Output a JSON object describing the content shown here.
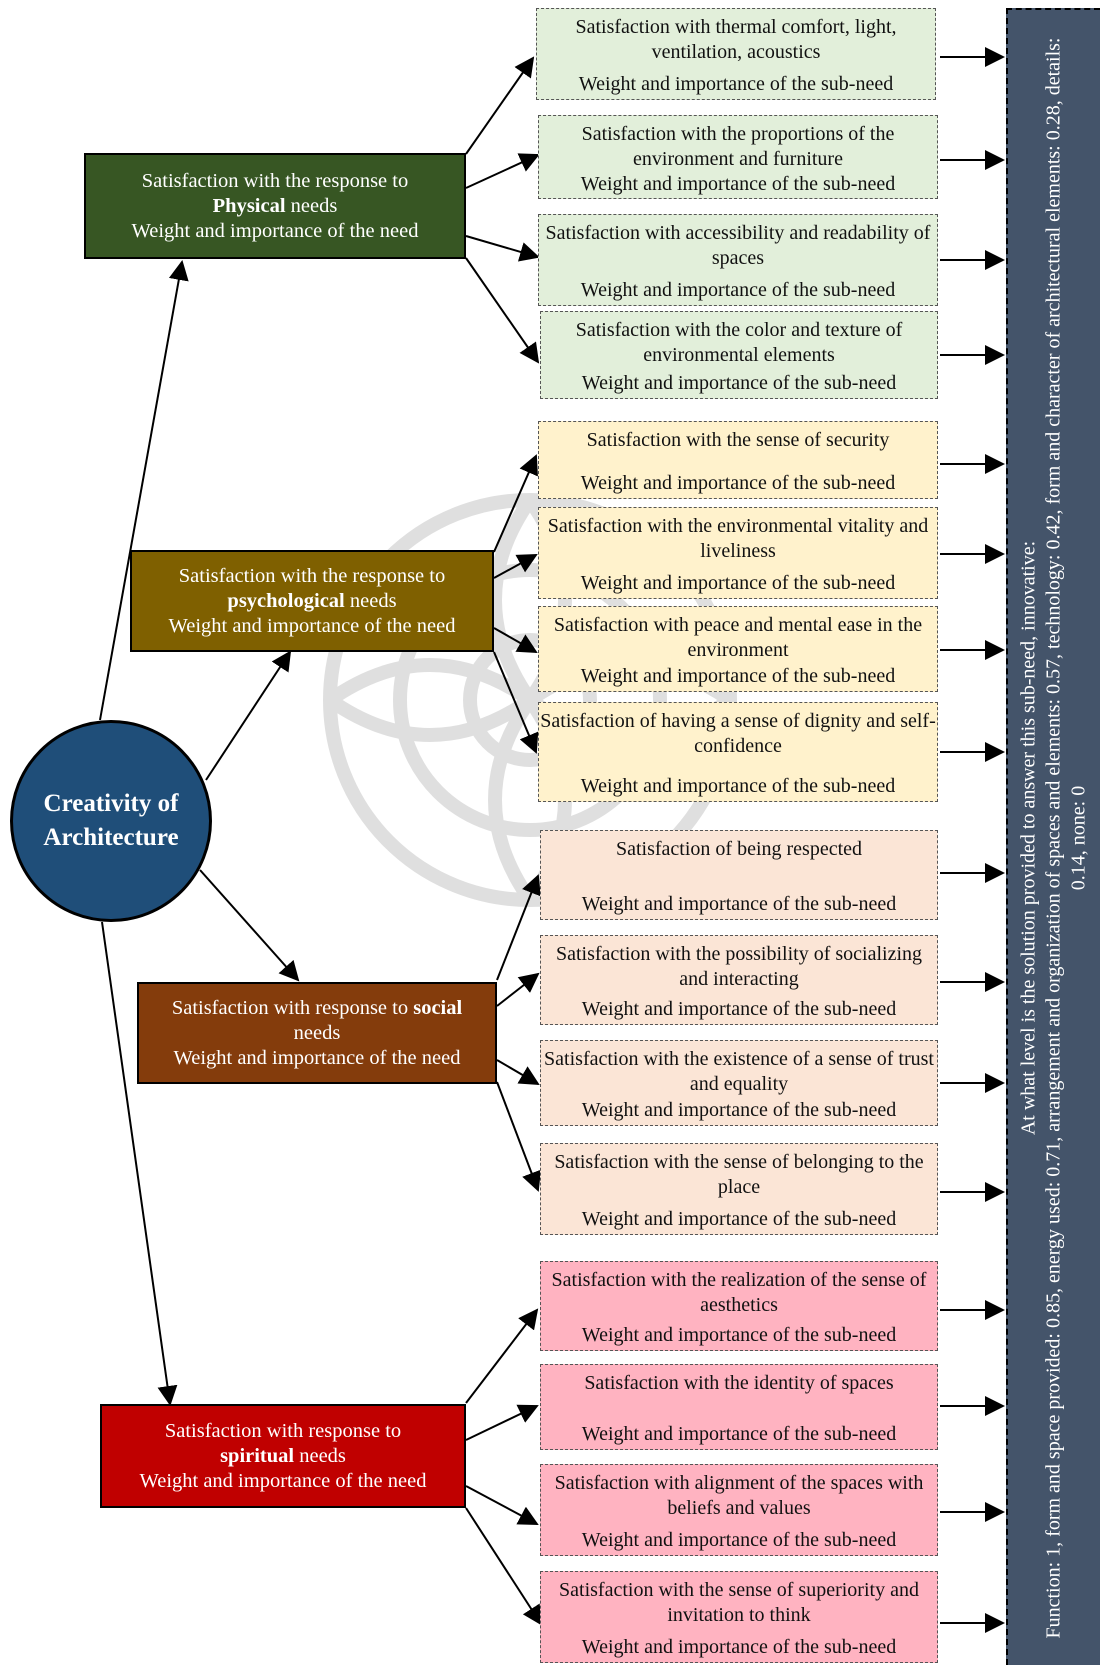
{
  "center": {
    "line1": "Creativity of",
    "line2": "Architecture"
  },
  "needs": [
    {
      "pre": "Satisfaction with the response to",
      "bold": "Physical",
      "post": "needs",
      "weight": "Weight and importance of the need",
      "color": "#375623"
    },
    {
      "pre": "Satisfaction with the response to",
      "bold": "psychological",
      "post": "needs",
      "weight": "Weight and importance of the need",
      "color": "#7f6000"
    },
    {
      "pre": "Satisfaction with response to",
      "bold": "social",
      "post": "needs",
      "weight": "Weight and importance of the need",
      "color": "#843c0c"
    },
    {
      "pre": "Satisfaction with response to",
      "bold": "spiritual",
      "post": "needs",
      "weight": "Weight and importance of the need",
      "color": "#c00000"
    }
  ],
  "subs": [
    {
      "text": "Satisfaction with thermal comfort, light, ventilation, acoustics",
      "weight": "Weight and importance of the sub-need"
    },
    {
      "text": "Satisfaction with the proportions of the environment and furniture",
      "weight": "Weight and importance of the sub-need"
    },
    {
      "text": "Satisfaction with accessibility and readability of spaces",
      "weight": "Weight and importance of the sub-need"
    },
    {
      "text": "Satisfaction with the color and texture of environmental elements",
      "weight": "Weight and importance of the sub-need"
    },
    {
      "text": "Satisfaction with the sense of security",
      "weight": "Weight and importance of the sub-need"
    },
    {
      "text": "Satisfaction with the environmental vitality and liveliness",
      "weight": "Weight and importance of the sub-need"
    },
    {
      "text": "Satisfaction with peace and mental ease in the environment",
      "weight": "Weight and importance of the sub-need"
    },
    {
      "text": "Satisfaction of having a sense of dignity and self-confidence",
      "weight": "Weight and importance of the sub-need"
    },
    {
      "text": "Satisfaction of being respected",
      "weight": "Weight and importance of the sub-need"
    },
    {
      "text": "Satisfaction with the possibility of socializing and interacting",
      "weight": "Weight and importance of the sub-need"
    },
    {
      "text": "Satisfaction with the existence of a sense of trust and equality",
      "weight": "Weight and importance of the sub-need"
    },
    {
      "text": "Satisfaction with the sense of belonging to the place",
      "weight": "Weight and importance of the sub-need"
    },
    {
      "text": "Satisfaction with the realization of the sense of aesthetics",
      "weight": "Weight and importance of the sub-need"
    },
    {
      "text": "Satisfaction with the identity of spaces",
      "weight": "Weight and importance of the sub-need"
    },
    {
      "text": "Satisfaction with alignment of the spaces with beliefs and values",
      "weight": "Weight and importance of the sub-need"
    },
    {
      "text": "Satisfaction with the sense of superiority and invitation to think",
      "weight": "Weight and importance of the sub-need"
    }
  ],
  "sub_colors": [
    "#e2efda",
    "#fff2cc",
    "#fbe5d6",
    "#ffb3c1"
  ],
  "sidebar": {
    "line1": "At what level is the solution provided to answer this sub-need, innovative:",
    "line2": "Function: 1, form and space provided: 0.85, energy used: 0.71, arrangement and organization of spaces and elements: 0.57, technology: 0.42, form and character of architectural elements: 0.28, details: 0.14, none: 0"
  }
}
